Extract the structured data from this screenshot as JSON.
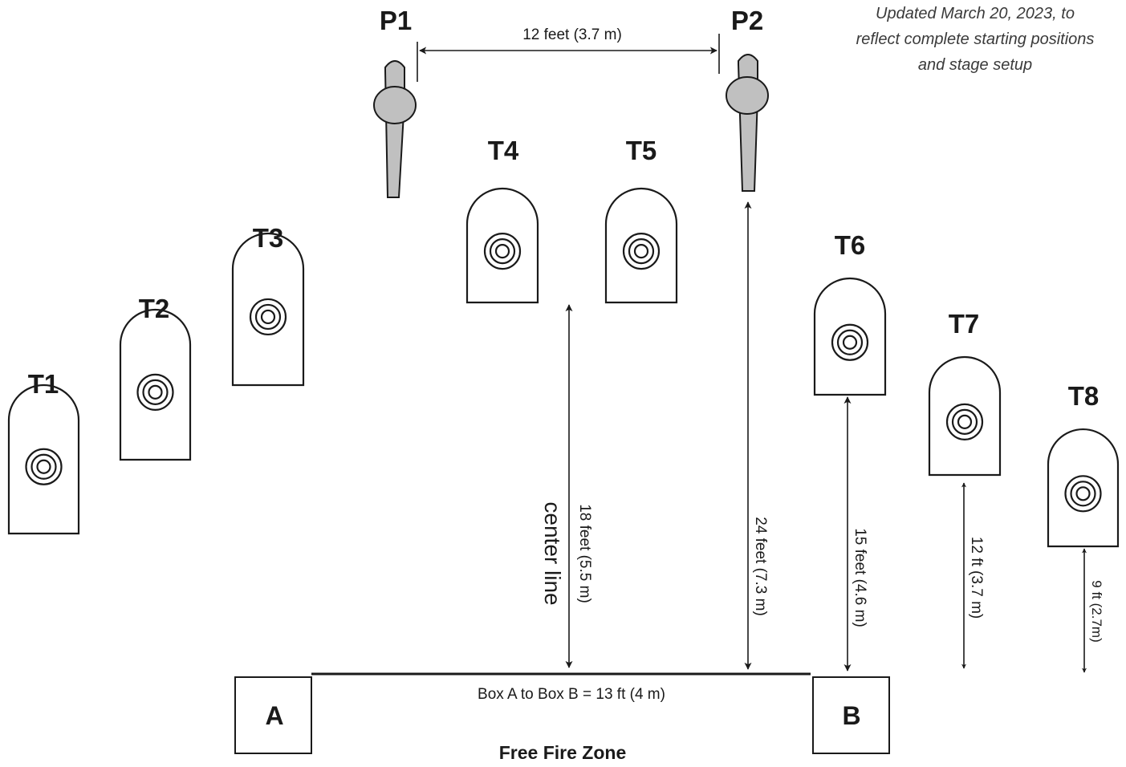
{
  "note": {
    "lines": [
      "Updated March 20, 2023, to",
      "reflect complete starting positions",
      "and stage setup"
    ]
  },
  "props": [
    {
      "id": "P1",
      "label": "P1"
    },
    {
      "id": "P2",
      "label": "P2"
    }
  ],
  "targets": [
    {
      "id": "T1",
      "label": "T1"
    },
    {
      "id": "T2",
      "label": "T2"
    },
    {
      "id": "T3",
      "label": "T3"
    },
    {
      "id": "T4",
      "label": "T4"
    },
    {
      "id": "T5",
      "label": "T5"
    },
    {
      "id": "T6",
      "label": "T6"
    },
    {
      "id": "T7",
      "label": "T7"
    },
    {
      "id": "T8",
      "label": "T8"
    }
  ],
  "dimensions": {
    "p1_to_p2": "12 feet (3.7 m)",
    "center_line_label": "center line",
    "center_line_distance": "18 feet (5.5 m)",
    "p2_distance": "24 feet (7.3 m)",
    "t6_distance": "15 feet (4.6 m)",
    "t7_distance": "12 ft (3.7 m)",
    "t8_distance": "9 ft (2.7m)",
    "box_a_to_b": "Box A to Box B = 13 ft (4 m)"
  },
  "boxes": {
    "a_label": "A",
    "b_label": "B"
  },
  "zone_label": "Free Fire Zone"
}
